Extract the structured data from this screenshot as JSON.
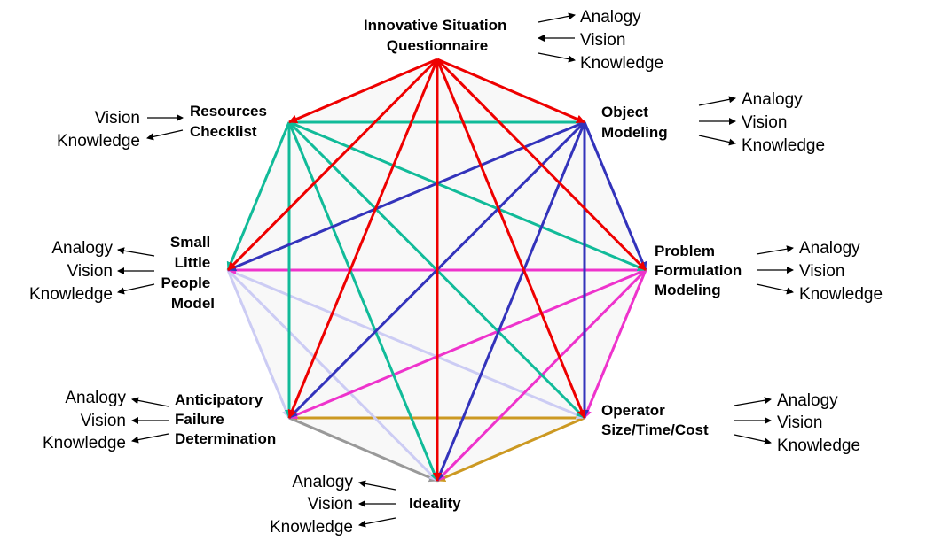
{
  "nodes": {
    "innovative_situation_questionnaire": {
      "lines": [
        "Innovative Situation",
        "Questionnaire"
      ]
    },
    "object_modeling": {
      "lines": [
        "Object",
        "Modeling"
      ]
    },
    "problem_formulation_modeling": {
      "lines": [
        "Problem",
        "Formulation",
        "Modeling"
      ]
    },
    "operator": {
      "lines": [
        "Operator",
        "Size/Time/Cost"
      ]
    },
    "ideality": {
      "lines": [
        "Ideality"
      ]
    },
    "anticipatory_failure_determination": {
      "lines": [
        "Anticipatory",
        "Failure",
        "Determination"
      ]
    },
    "small_little_people_model": {
      "lines": [
        "Small",
        "Little",
        "People",
        "Model"
      ]
    },
    "resources_checklist": {
      "lines": [
        "Resources",
        "Checklist"
      ]
    }
  },
  "side_labels": {
    "isq": [
      "Analogy",
      "Vision",
      "Knowledge"
    ],
    "om": [
      "Analogy",
      "Vision",
      "Knowledge"
    ],
    "pfm": [
      "Analogy",
      "Vision",
      "Knowledge"
    ],
    "op": [
      "Analogy",
      "Vision",
      "Knowledge"
    ],
    "id": [
      "Analogy",
      "Vision",
      "Knowledge"
    ],
    "afd": [
      "Analogy",
      "Vision",
      "Knowledge"
    ],
    "slp": [
      "Analogy",
      "Vision",
      "Knowledge"
    ],
    "rc": [
      "Vision",
      "Knowledge"
    ]
  },
  "colors": {
    "red": "#ee0000",
    "blue": "#3333bb",
    "green": "#11bb99",
    "magenta": "#ee33cc",
    "lavender": "#ccccf4",
    "gold": "#cc9922",
    "gray": "#999999",
    "fill": "#f8f8f8",
    "black": "#000000"
  }
}
